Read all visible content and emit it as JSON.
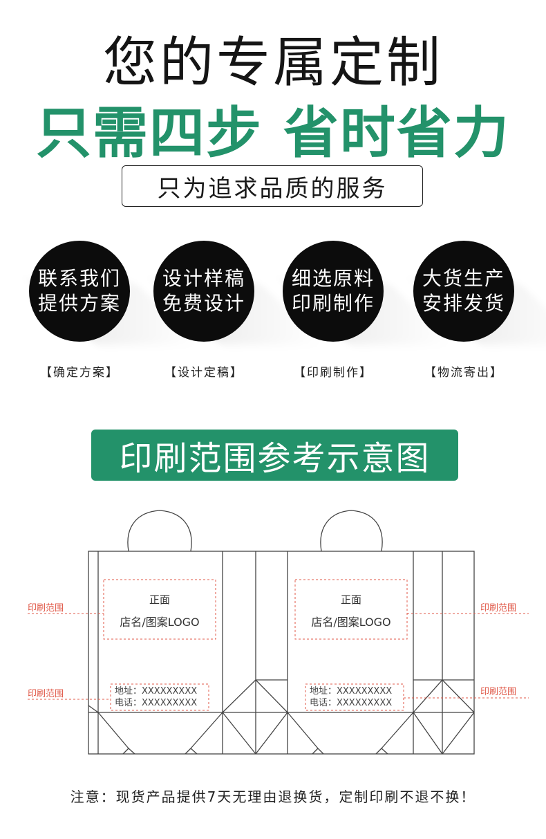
{
  "header": {
    "title": "您的专属定制",
    "slogan": "只需四步 省时省力",
    "tagline": "只为追求品质的服务"
  },
  "steps": [
    {
      "line1": "联系我们",
      "line2": "提供方案",
      "caption": "【确定方案】"
    },
    {
      "line1": "设计样稿",
      "line2": "免费设计",
      "caption": "【设计定稿】"
    },
    {
      "line1": "细选原料",
      "line2": "印刷制作",
      "caption": "【印刷制作】"
    },
    {
      "line1": "大货生产",
      "line2": "安排发货",
      "caption": "【物流寄出】"
    }
  ],
  "section": {
    "banner": "印刷范围参考示意图"
  },
  "diagram": {
    "print_range_label": "印刷范围",
    "panels": [
      {
        "front_label": "正面",
        "logo_label": "店名/图案LOGO",
        "address": "地址：XXXXXXXXX",
        "phone": "电话：XXXXXXXXX"
      },
      {
        "front_label": "正面",
        "logo_label": "店名/图案LOGO",
        "address": "地址：XXXXXXXXX",
        "phone": "电话：XXXXXXXXX"
      }
    ]
  },
  "footer": {
    "note": "注意：现货产品提供7天无理由退换货，定制印刷不退不换！"
  },
  "colors": {
    "accent_green": "#23926a",
    "circle_black": "#0c0c0c",
    "print_red": "#e05a4a"
  }
}
